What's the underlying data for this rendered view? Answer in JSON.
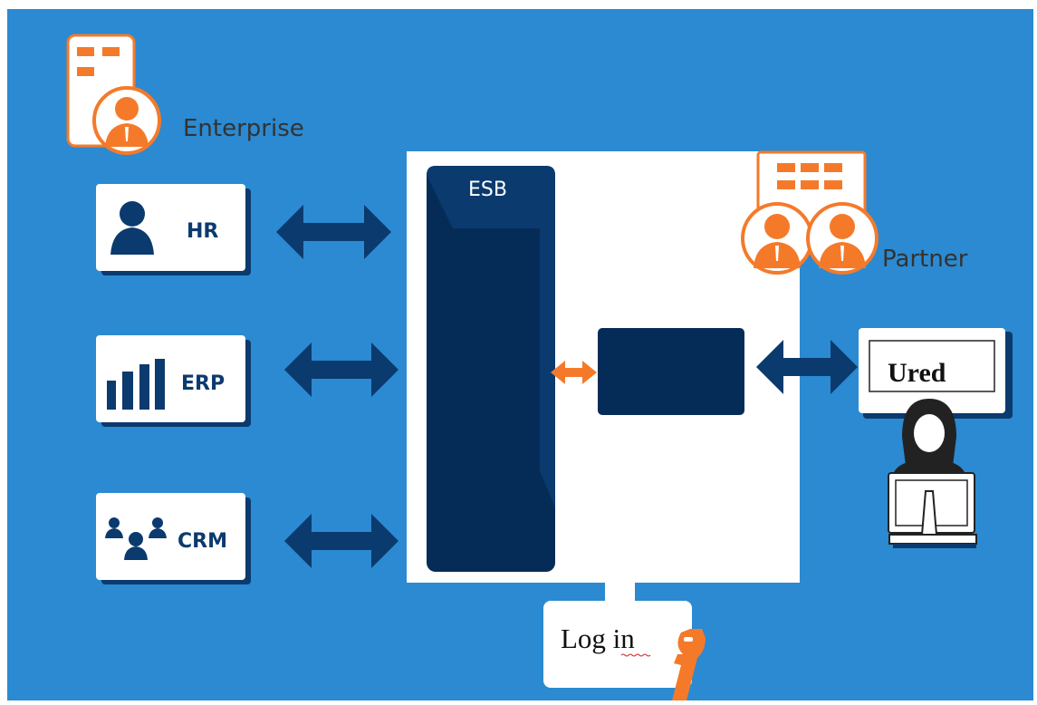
{
  "labels": {
    "enterprise": "Enterprise",
    "partner": "Partner",
    "hr": "HR",
    "erp": "ERP",
    "crm": "CRM",
    "esb": "ESB",
    "ured": "Ured",
    "login": "Log in"
  },
  "icons": {
    "enterprise": "enterprise-building-person-icon",
    "partner": "partner-building-people-icon",
    "hr": "person-icon",
    "erp": "bar-chart-icon",
    "crm": "group-icon",
    "user": "user-at-monitor-icon",
    "key": "key-icon"
  },
  "colors": {
    "background": "#2b8ad1",
    "navy": "#0b3a6e",
    "navy_dark": "#052c57",
    "orange": "#f47a2a",
    "white": "#ffffff"
  }
}
